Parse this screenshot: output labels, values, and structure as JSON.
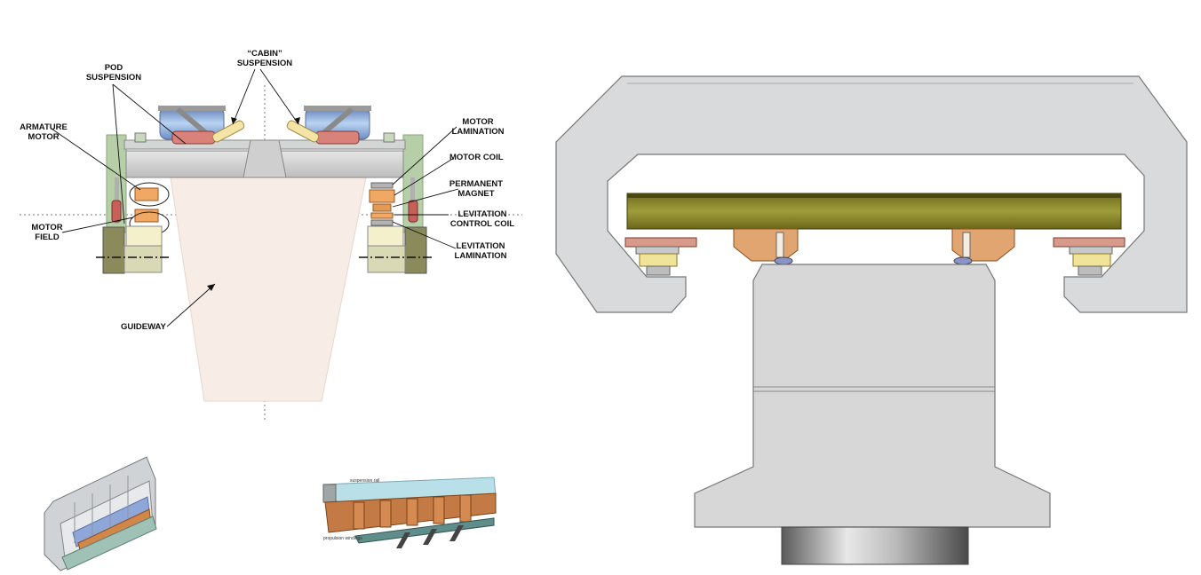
{
  "cross_section": {
    "labels": {
      "cabin_suspension": [
        "“CABIN”",
        "SUSPENSION"
      ],
      "pod_suspension": [
        "POD",
        "SUSPENSION"
      ],
      "armature_motor": [
        "ARMATURE",
        "MOTOR"
      ],
      "motor_field": [
        "MOTOR",
        "FIELD"
      ],
      "guideway": "GUIDEWAY",
      "motor_lamination": [
        "MOTOR",
        "LAMINATION"
      ],
      "motor_coil": "MOTOR COIL",
      "permanent_magnet": [
        "PERMANENT",
        "MAGNET"
      ],
      "levitation_control_coil": [
        "LEVITATION",
        "CONTROL COIL"
      ],
      "levitation_lamination": [
        "LEVITATION",
        "LAMINATION"
      ]
    }
  },
  "inset_rail": {
    "labels": {
      "suspension_rail": "suspension rail",
      "propulsion_windings": "propulsion windings"
    }
  },
  "colors": {
    "guideway": "#f7ede6",
    "frame_gray": "#d9dadb",
    "copper": "#e39a55",
    "coil_yellow": "#f4e4a6",
    "blue_bellows": "#8fb4e0",
    "olive_beam": "#8d8a2a",
    "green_post": "#a9c49a"
  }
}
